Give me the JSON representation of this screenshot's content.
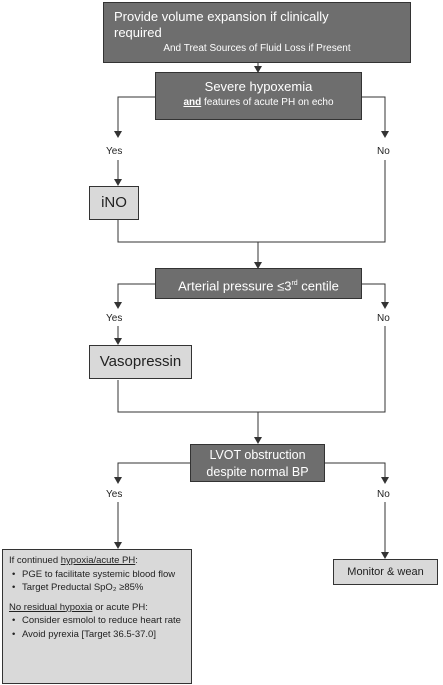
{
  "boxes": {
    "volume": {
      "line1": "Provide volume expansion if clinically",
      "line2": "required",
      "line3": "And Treat Sources of Fluid Loss if Present"
    },
    "hypoxemia": {
      "line1": "Severe hypoxemia",
      "line2_bold": "and",
      "line2_rest": " features of acute PH on echo"
    },
    "ino": {
      "label": "iNO"
    },
    "arterial": {
      "text": "Arterial pressure ≤3",
      "sup": "rd",
      "text_after": " centile"
    },
    "vasopressin": {
      "label": "Vasopressin"
    },
    "lvot": {
      "line1": "LVOT obstruction",
      "line2": "despite normal BP"
    },
    "monitor": {
      "label": "Monitor & wean"
    },
    "management": {
      "heading1_pre": "If continued ",
      "heading1_u": "hypoxia/acute PH",
      "heading1_post": ":",
      "bullets1": [
        "PGE to facilitate systemic blood flow",
        "Target Preductal SpO₂ ≥85%"
      ],
      "heading2_u": "No residual hypoxia",
      "heading2_post": " or acute PH:",
      "bullets2": [
        "Consider esmolol to reduce heart rate",
        "Avoid pyrexia [Target 36.5-37.0]"
      ]
    }
  },
  "labels": {
    "yes1": "Yes",
    "no1": "No",
    "yes2": "Yes",
    "no2": "No",
    "yes3": "Yes",
    "no3": "No"
  },
  "colors": {
    "dark_box": "#6e6e6e",
    "light_box": "#d9d9d9",
    "line": "#333333"
  }
}
